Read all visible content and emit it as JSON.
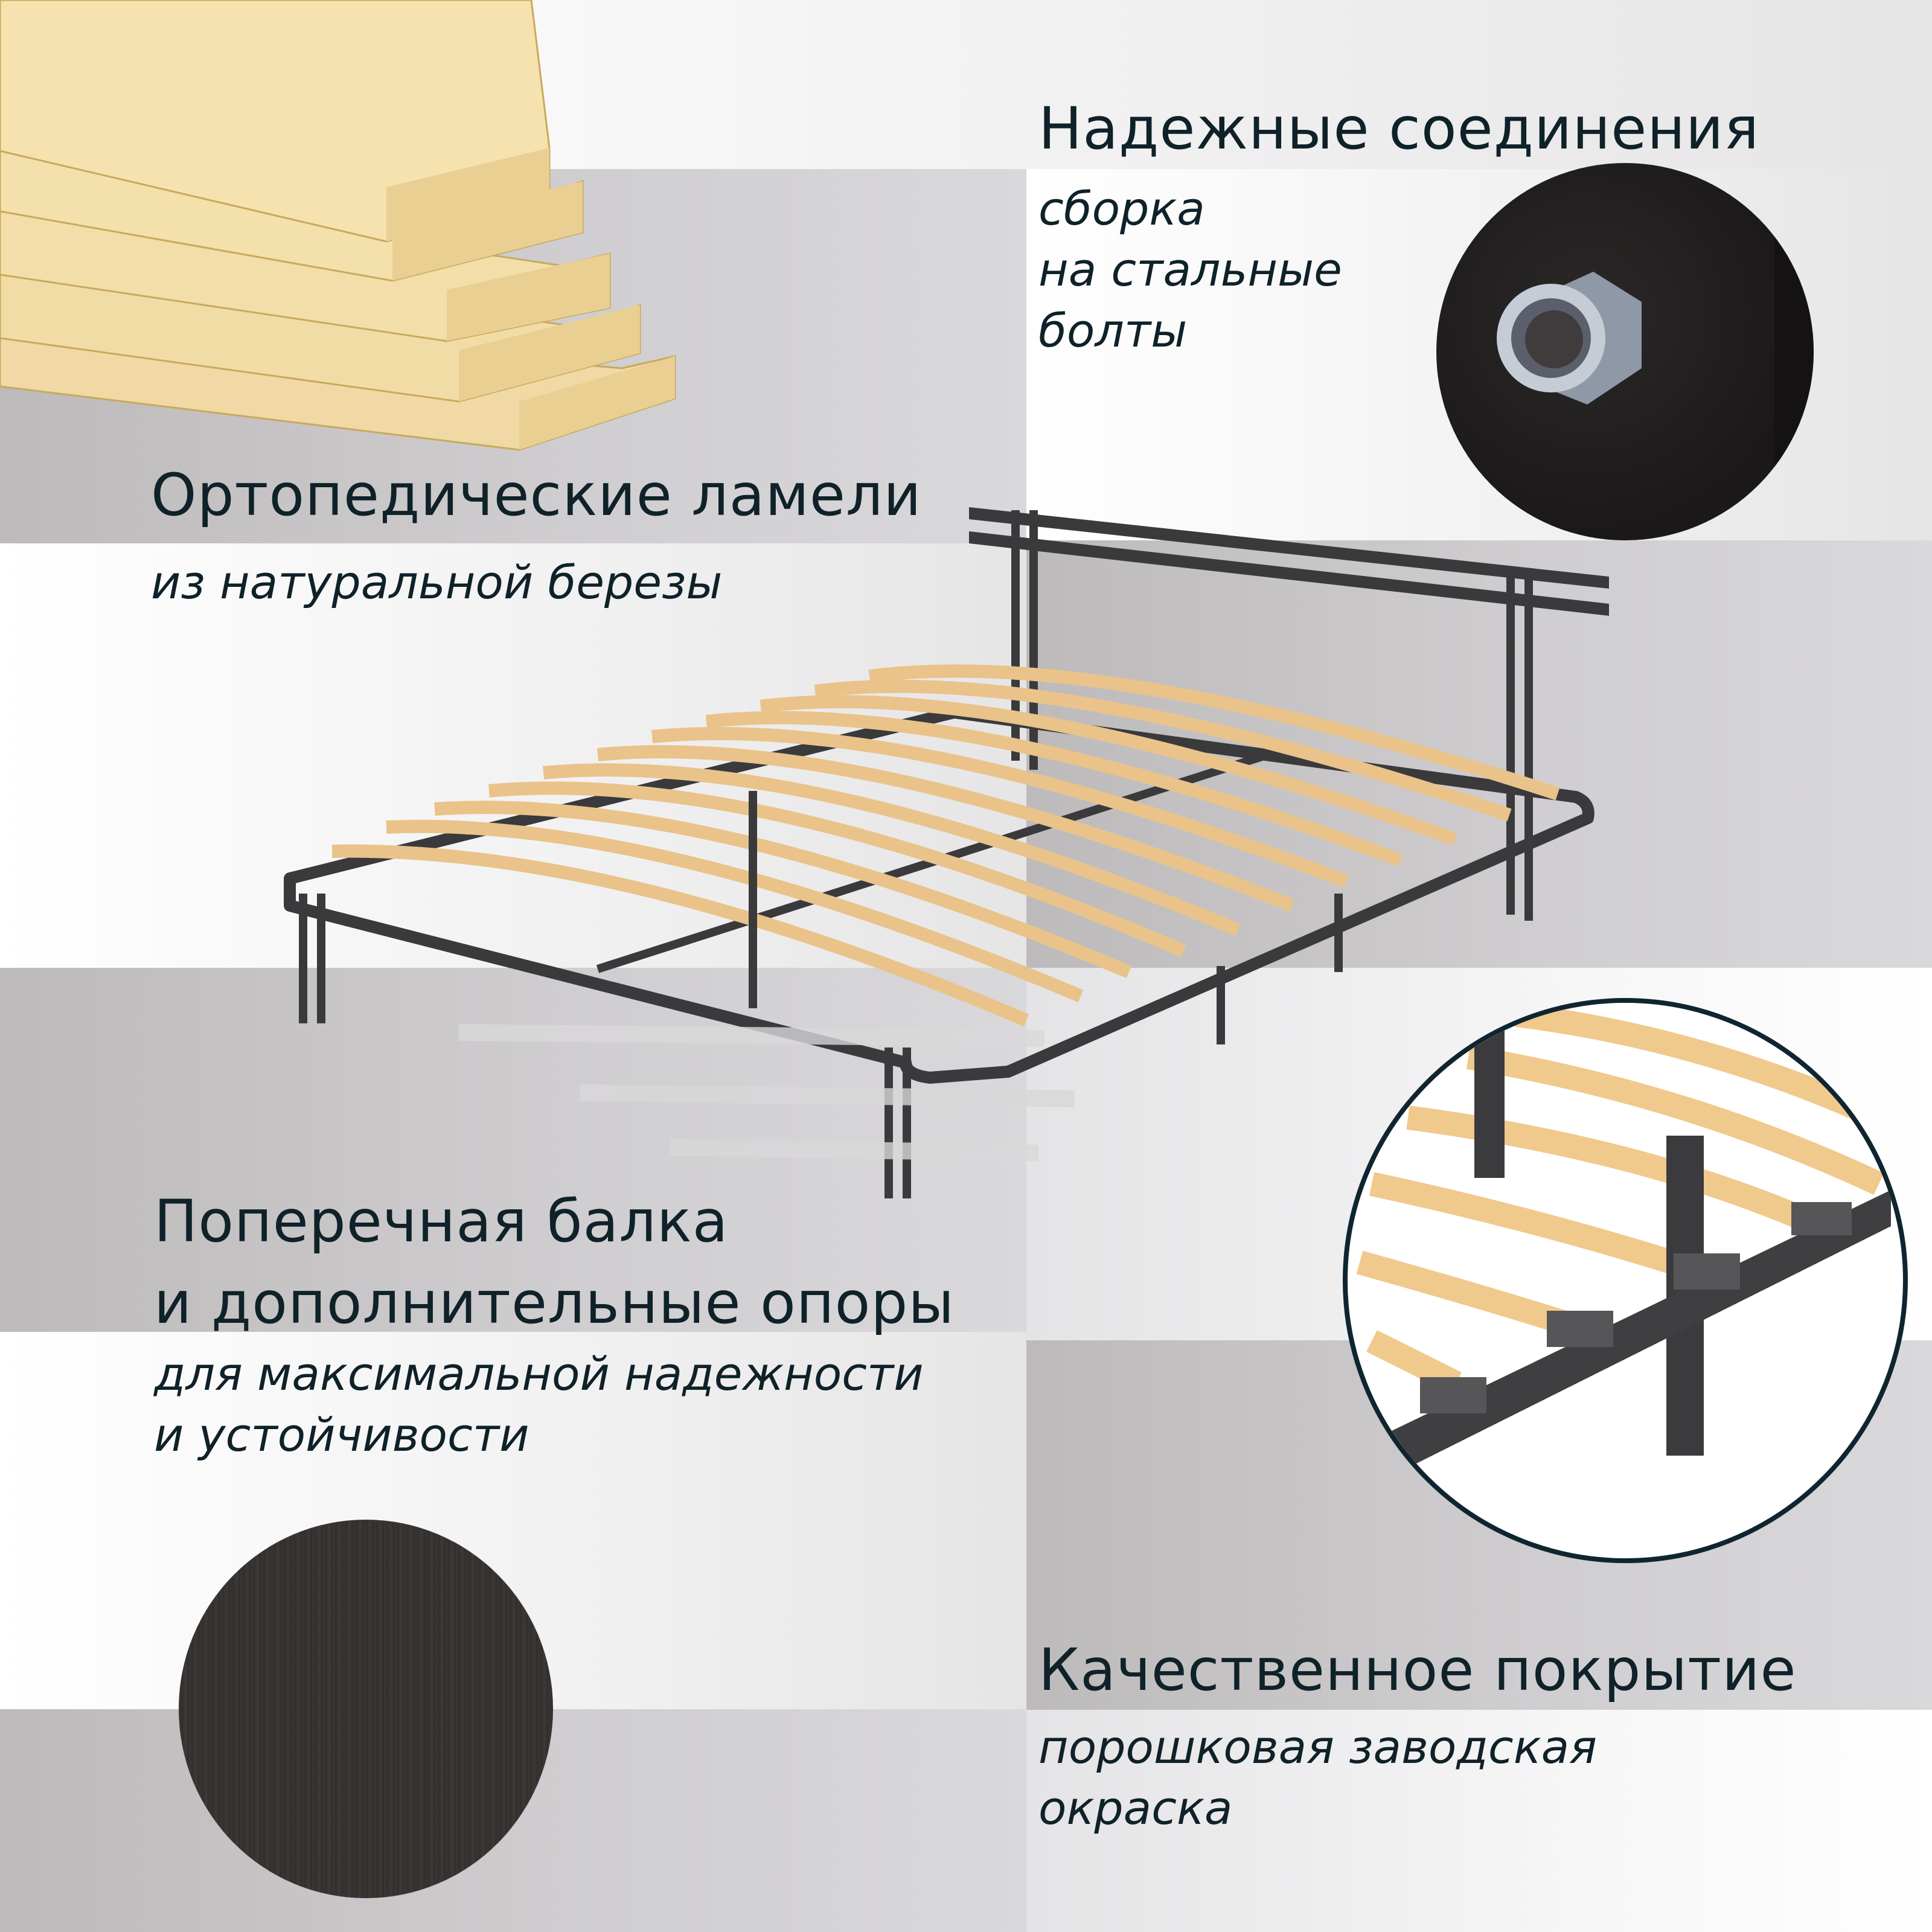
{
  "features": [
    {
      "title": "Надежные соединения",
      "lines": [
        "сборка",
        "на стальные",
        "болты"
      ],
      "image_icon": "bolt-nut-closeup"
    },
    {
      "title": "Ортопедические ламели",
      "lines": [
        "из натуральной березы"
      ],
      "image_icon": "birch-slats"
    },
    {
      "title_lines": [
        "Поперечная балка",
        "и дополнительные опоры"
      ],
      "lines": [
        "для максимальной надежности",
        "и устойчивости"
      ],
      "image_icon": "frame-detail-closeup"
    },
    {
      "title": "Качественное покрытие",
      "lines": [
        "порошковая заводская",
        "окраска"
      ],
      "image_icon": "powder-coating-swatch"
    }
  ],
  "colors": {
    "text": "#0f2129",
    "band_gray": "#c4c1c3",
    "band_light": "#f2f1f2",
    "circle_border": "#0f2530",
    "wood": "#f2cf8e",
    "metal": "#3a3a3c"
  }
}
